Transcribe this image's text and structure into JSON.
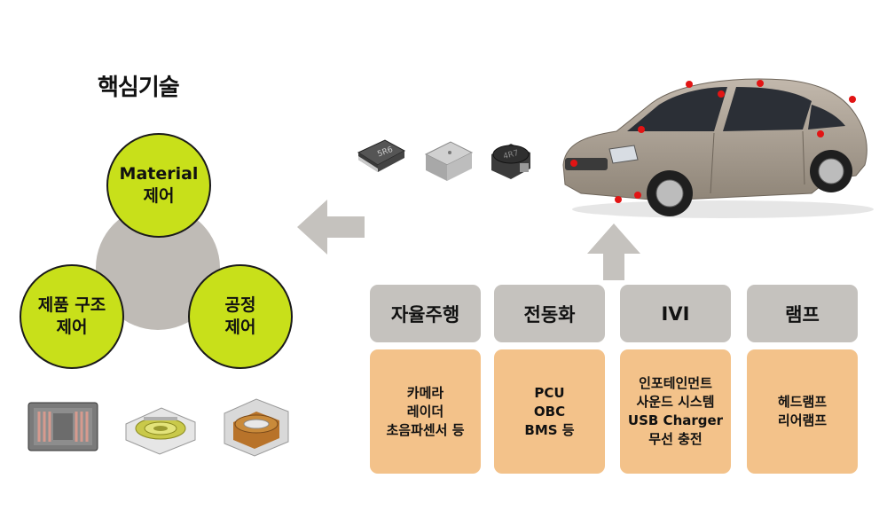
{
  "title": "핵심기술",
  "core_tech": {
    "material": [
      "Material",
      "제어"
    ],
    "structure": [
      "제품 구조",
      "제어"
    ],
    "process": [
      "공정",
      "제어"
    ]
  },
  "applications": [
    {
      "header": "자율주행",
      "lines": [
        "카메라",
        "레이더",
        "초음파센서 등"
      ]
    },
    {
      "header": "전동화",
      "lines": [
        "PCU",
        "OBC",
        "BMS 등"
      ]
    },
    {
      "header": "IVI",
      "lines": [
        "인포테인먼트",
        "사운드 시스템",
        "USB Charger",
        "무선 충전"
      ]
    },
    {
      "header": "램프",
      "lines": [
        "헤드램프",
        "리어램프"
      ]
    }
  ],
  "component_marks": [
    "5R6",
    "4R7"
  ],
  "colors": {
    "lime": "#c8e01a",
    "hub": "#bfbbb6",
    "header": "#c5c2be",
    "detail": "#f3c28a",
    "arrow": "#c5c2be",
    "sensor_dot": "#e21414"
  }
}
